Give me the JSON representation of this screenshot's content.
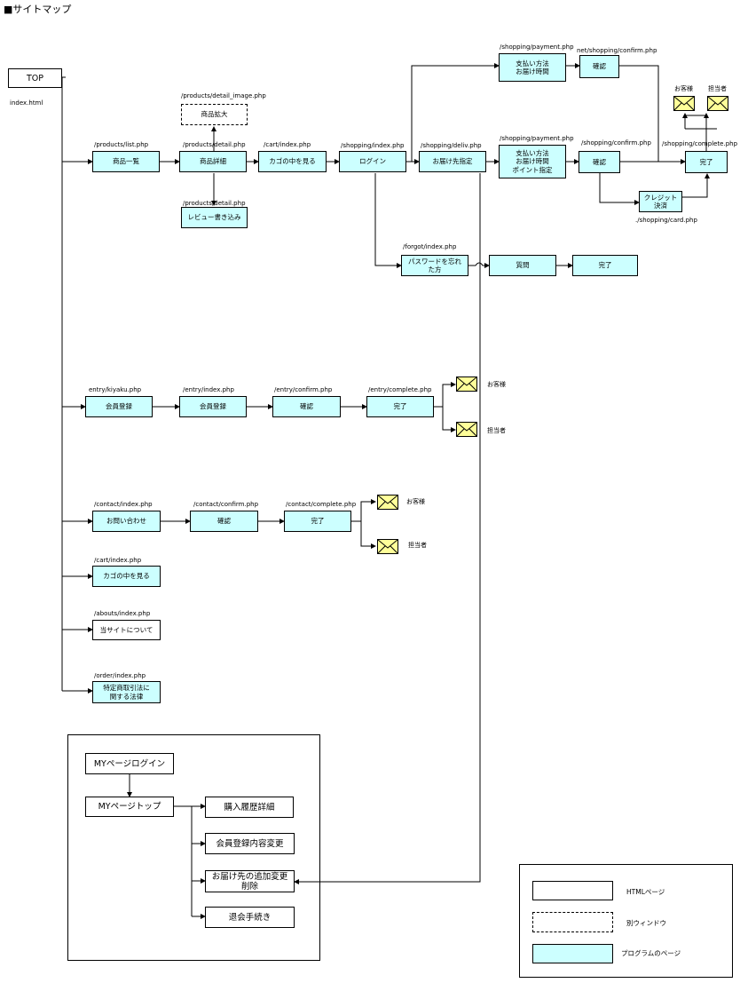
{
  "title": "■サイトマップ",
  "top": {
    "label": "TOP",
    "file": "index.html"
  },
  "paths": {
    "payment_top": "/shopping/payment.php",
    "confirm_top": "net/shopping/confirm.php",
    "detail_image": "/products/detail_image.php",
    "list": "/products/list.php",
    "detail": "/products/detail.php",
    "cart": "/cart/index.php",
    "shopping_index": "/shopping/index.php",
    "deliv": "/shopping/deliv.php",
    "payment": "/shopping/payment.php",
    "confirm": "/shopping/confirm.php",
    "complete": "/shopping/complete.php",
    "card": "./shopping/card.php",
    "review": "/products/detail.php",
    "forgot": "/forgot/index.php",
    "kiyaku": "entry/kiyaku.php",
    "entry_index": "/entry/index.php",
    "entry_confirm": "/entry/confirm.php",
    "entry_complete": "/entry/complete.php",
    "contact_index": "/contact/index.php",
    "contact_confirm": "/contact/confirm.php",
    "contact_complete": "/contact/complete.php",
    "cart2": "/cart/index.php",
    "abouts": "/abouts/index.php",
    "order": "/order/index.php"
  },
  "boxes": {
    "payment_top": "支払い方法\nお届け時間",
    "confirm_top": "確認",
    "zoom": "商品拡大",
    "list": "商品一覧",
    "detail": "商品詳細",
    "cart": "カゴの中を見る",
    "login": "ログイン",
    "deliv": "お届け先指定",
    "payment": "支払い方法\nお届け時間\nポイント指定",
    "confirm": "確認",
    "complete": "完了",
    "credit": "クレジット\n決済",
    "review": "レビュー書き込み",
    "forgot": "パスワードを忘れ\nた方",
    "question": "質問",
    "forgot_complete": "完了",
    "kiyaku": "会員登録",
    "entry": "会員登録",
    "entry_confirm": "確認",
    "entry_complete": "完了",
    "contact": "お問い合わせ",
    "contact_confirm": "確認",
    "contact_complete": "完了",
    "cart2": "カゴの中を見る",
    "about": "当サイトについて",
    "law": "特定商取引法に\n関する法律"
  },
  "mail": {
    "customer": "お客様",
    "staff": "担当者"
  },
  "mypage": {
    "login": "MYページログイン",
    "top": "MYページトップ",
    "history": "購入履歴詳細",
    "member_edit": "会員登録内容変更",
    "address": "お届け先の追加変更\n削除",
    "withdraw": "退会手続き"
  },
  "legend": {
    "html": "HTMLページ",
    "window": "別ウィンドウ",
    "program": "プログラムのページ"
  },
  "colors": {
    "program": "#ccffff",
    "mail": "#ffff99",
    "line": "#000000"
  }
}
